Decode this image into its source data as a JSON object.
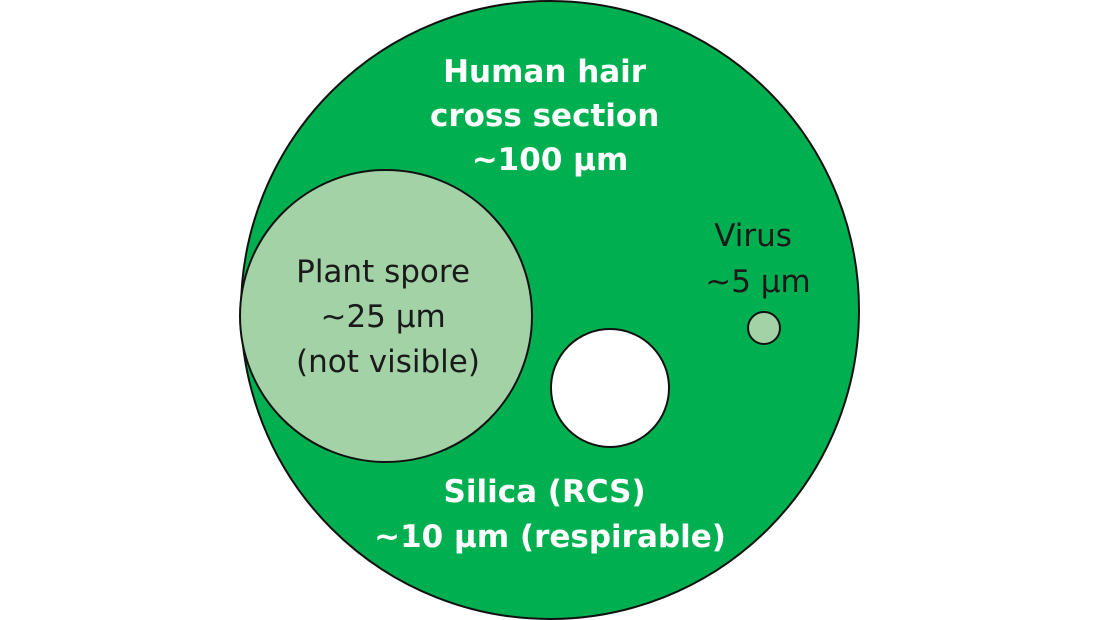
{
  "diagram": {
    "hair": {
      "lines": [
        "Human hair",
        "cross section",
        "~100 µm"
      ],
      "fill": "#00b050",
      "text_color": "#ffffff"
    },
    "spore": {
      "lines": [
        "Plant spore",
        "~25 µm",
        "(not visible)"
      ],
      "fill": "#a2d2a6",
      "text_color": "#1a1a1a"
    },
    "virus": {
      "lines": [
        "Virus",
        "~5 µm"
      ],
      "fill": "#a2d2a6",
      "text_color": "#1a1a1a"
    },
    "silica": {
      "lines": [
        "Silica (RCS)",
        "~10 µm (respirable)"
      ],
      "fill": "#ffffff",
      "text_color": "#ffffff"
    },
    "stroke_color": "#111111"
  }
}
